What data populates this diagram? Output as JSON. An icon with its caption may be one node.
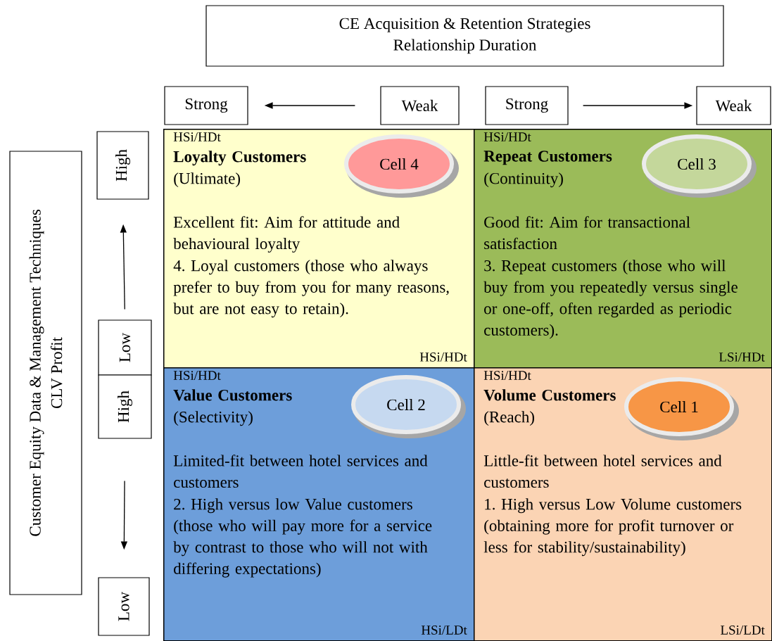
{
  "diagram": {
    "nodes": [
      {
        "text": [
          "CE Acquisition & Retention Strategies",
          "Relationship Duration"
        ]
      },
      {
        "text": [
          "Strong"
        ]
      },
      {
        "text": [
          "Weak"
        ]
      },
      {
        "text": [
          "Strong"
        ]
      },
      {
        "text": [
          "Weak"
        ]
      },
      {
        "text": [
          "Customer Equity Data & Management Techniques",
          "CLV Profit"
        ]
      },
      {
        "text": [
          "High"
        ]
      },
      {
        "text": [
          "Low"
        ]
      },
      {
        "text": [
          "High"
        ]
      },
      {
        "text": [
          "Low"
        ]
      },
      {
        "text": [
          "HSi/HDt",
          "Loyalty Customers",
          "(Ultimate)",
          "Excellent fit: Aim for attitude and behavioural loyalty",
          "4. Loyal customers (those who always prefer to buy from you for many reasons, but are not easy to retain).",
          "HSi/HDt"
        ]
      },
      {
        "text": [
          "Cell 4"
        ],
        "in": 10
      },
      {
        "text": [
          "HSi/HDt",
          "Repeat Customers",
          "(Continuity)",
          "Good fit: Aim for transactional satisfaction",
          "3. Repeat customers (those who will buy from you repeatedly versus single or one-off, often regarded as periodic customers).",
          "LSi/HDt"
        ]
      },
      {
        "text": [
          "Cell 3"
        ],
        "in": 12
      },
      {
        "text": [
          "HSi/HDt",
          "Value Customers",
          "(Selectivity)",
          "Limited-fit between hotel services and customers",
          "2. High versus low Value customers (those who will pay more for a service by contrast to those who will not with differing expectations)",
          "HSi/LDt"
        ]
      },
      {
        "text": [
          "Cell 2"
        ],
        "in": 14
      },
      {
        "text": [
          "HSi/HDt",
          "Volume Customers",
          "(Reach)",
          "Little-fit between hotel services and customers",
          "1. High versus Low Volume customers (obtaining more for profit turnover or less for stability/sustainability)",
          "LSi/LDt"
        ]
      },
      {
        "text": [
          "Cell 1"
        ],
        "in": 16
      }
    ],
    "edges": [
      {
        "from": 2,
        "to": 1,
        "arrow": "to"
      },
      {
        "from": 3,
        "to": 4,
        "arrow": "to"
      },
      {
        "from": 7,
        "to": 6,
        "arrow": "to"
      },
      {
        "from": 8,
        "to": 9,
        "arrow": "to"
      }
    ]
  }
}
